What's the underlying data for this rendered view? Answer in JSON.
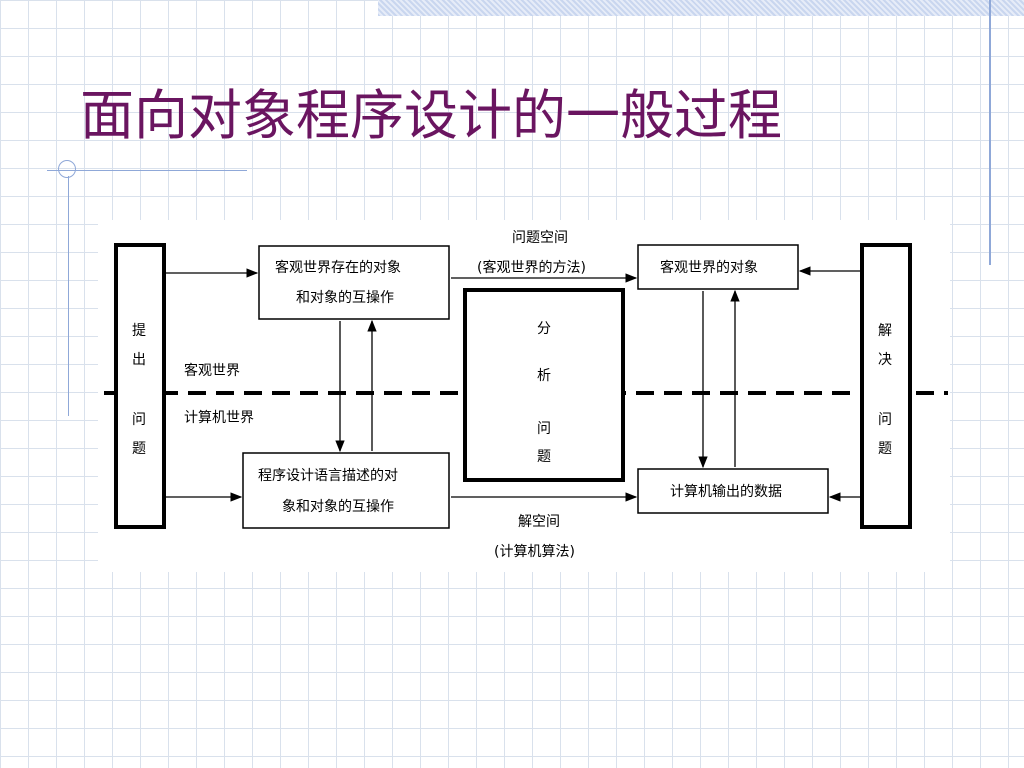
{
  "slide": {
    "title": "面向对象程序设计的一般过程"
  },
  "diagram": {
    "left_bar_lines": [
      "提",
      "出",
      "问",
      "题"
    ],
    "right_bar_lines": [
      "解",
      "决",
      "问",
      "题"
    ],
    "box_objective_objects": [
      "客观世界存在的对象",
      "和对象的互操作"
    ],
    "box_program_description": [
      "程序设计语言描述的对",
      "象和对象的互操作"
    ],
    "center_lines": [
      "分",
      "析",
      "问",
      "题"
    ],
    "box_objective_world_objects": "客观世界的对象",
    "box_computer_output": "计算机输出的数据",
    "problem_space": "问题空间",
    "problem_space_method": "(客观世界的方法)",
    "solution_space": "解空间",
    "solution_space_method": "(计算机算法)",
    "objective_world_label": "客观世界",
    "computer_world_label": "计算机世界"
  }
}
